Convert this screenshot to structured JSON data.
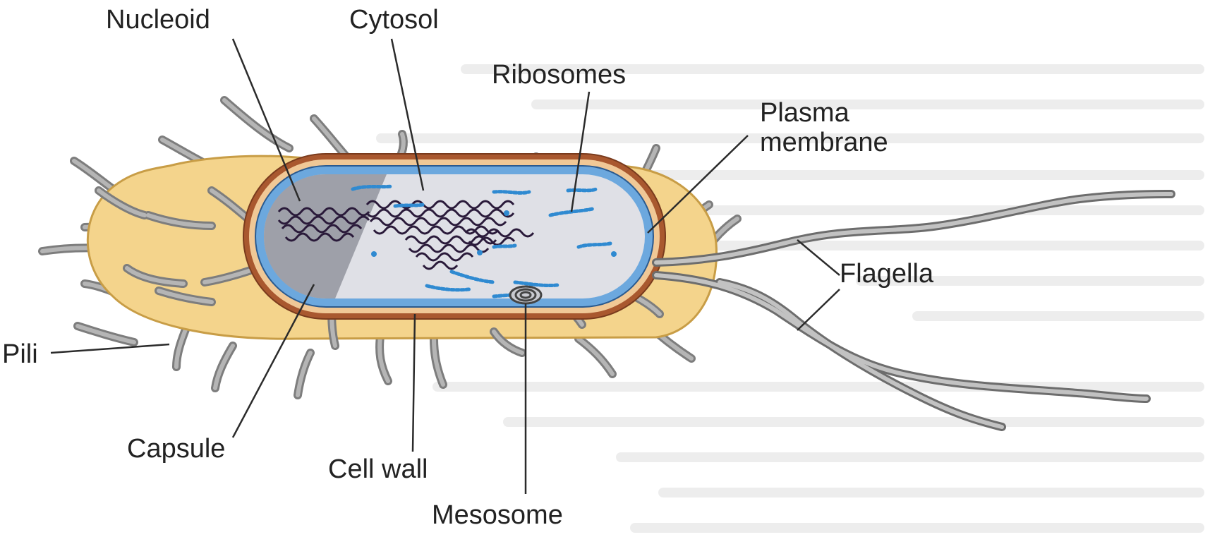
{
  "labels": {
    "nucleoid": "Nucleoid",
    "cytosol": "Cytosol",
    "ribosomes": "Ribosomes",
    "plasma_line1": "Plasma",
    "plasma_line2": "membrane",
    "flagella": "Flagella",
    "pili": "Pili",
    "capsule": "Capsule",
    "cell_wall": "Cell wall",
    "mesosome": "Mesosome"
  },
  "colors": {
    "capsule": "#f5d58c",
    "capsule_edge": "#b58a3a",
    "cell_wall": "#a0522d",
    "plasma_membrane": "#6aa6dd",
    "cytosol": "#dcdde3",
    "nucleoid_region": "#9fa1aa",
    "dna": "#2a1a3a",
    "ribosome": "#2f8ad1",
    "appendage": "#8e8e8e",
    "leader": "#333333",
    "background_text": "#e6e6e6"
  }
}
